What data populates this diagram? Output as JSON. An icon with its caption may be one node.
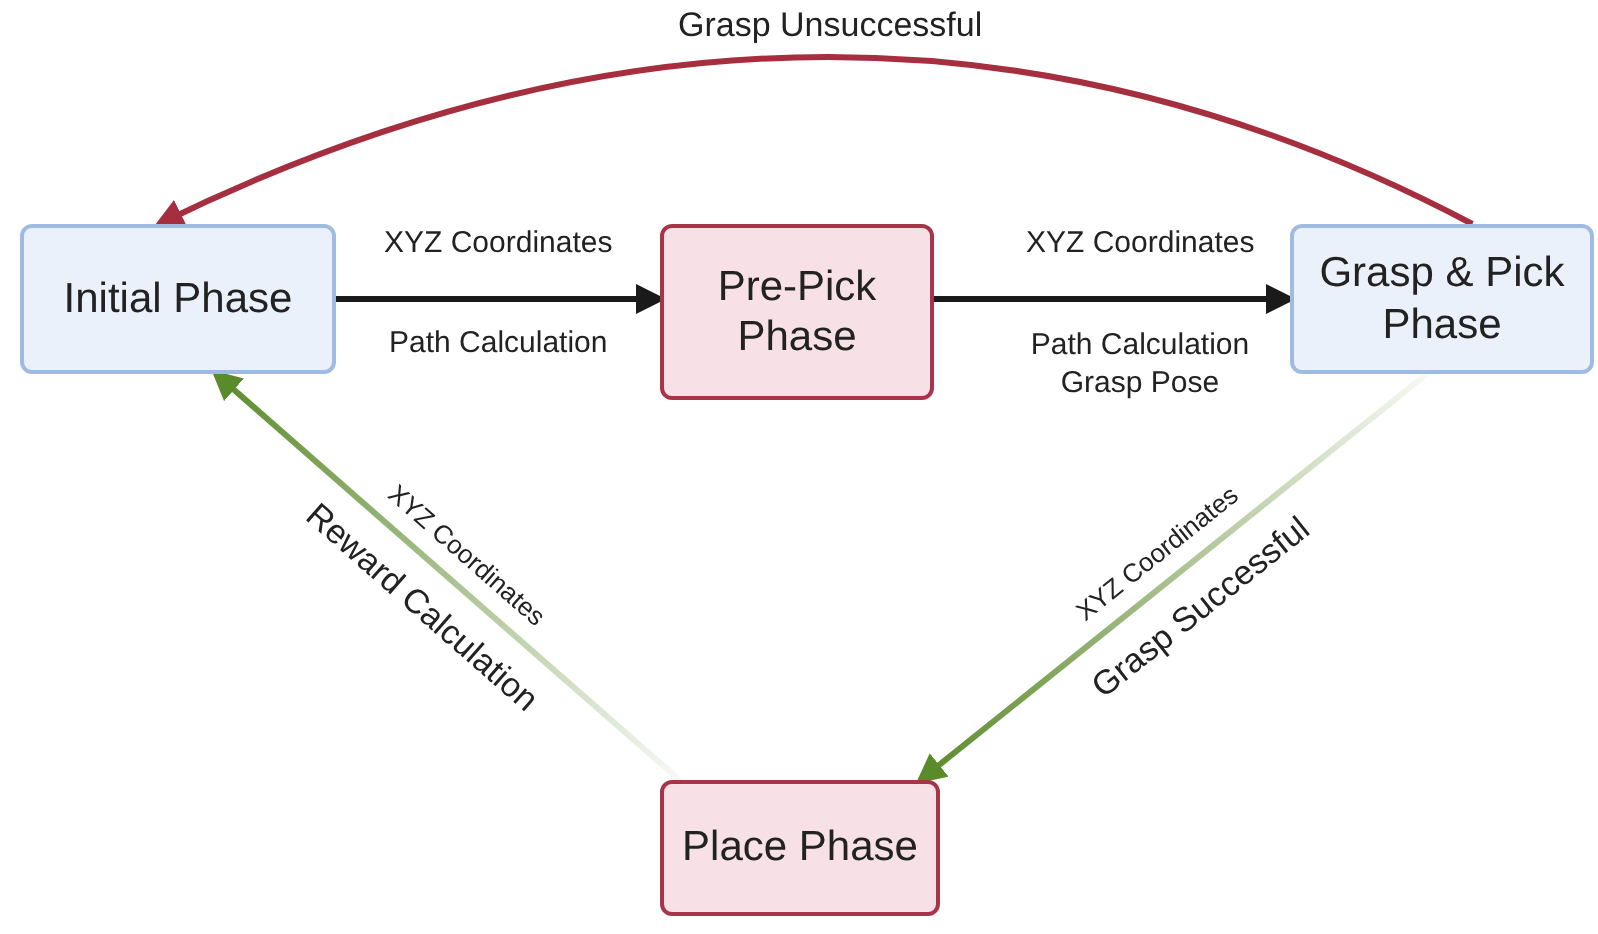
{
  "diagram": {
    "nodes": [
      {
        "text": [
          "Initial Phase"
        ]
      },
      {
        "text": [
          "Pre-Pick Phase"
        ]
      },
      {
        "text": [
          "Grasp & Pick Phase"
        ]
      },
      {
        "text": [
          "Place Phase"
        ]
      }
    ],
    "edges": [
      {
        "from": 0,
        "to": 1,
        "arrow": "to",
        "label": "XYZ Coordinates"
      },
      {
        "from": 1,
        "to": 2,
        "arrow": "to",
        "label": "XYZ Coordinates"
      },
      {
        "from": 2,
        "to": 0,
        "arrow": "to",
        "label": "Grasp Unsuccessful",
        "color": "#a52f3e"
      },
      {
        "from": 2,
        "to": 3,
        "arrow": "to",
        "label": "Grasp Successful",
        "color": "#5b8a2b"
      },
      {
        "from": 3,
        "to": 0,
        "arrow": "to",
        "label": "Reward Calculation",
        "color": "#5b8a2b"
      }
    ],
    "labels": [
      "Path Calculation",
      "Path Calculation Grasp Pose",
      "XYZ Coordinates",
      "XYZ Coordinates"
    ]
  }
}
